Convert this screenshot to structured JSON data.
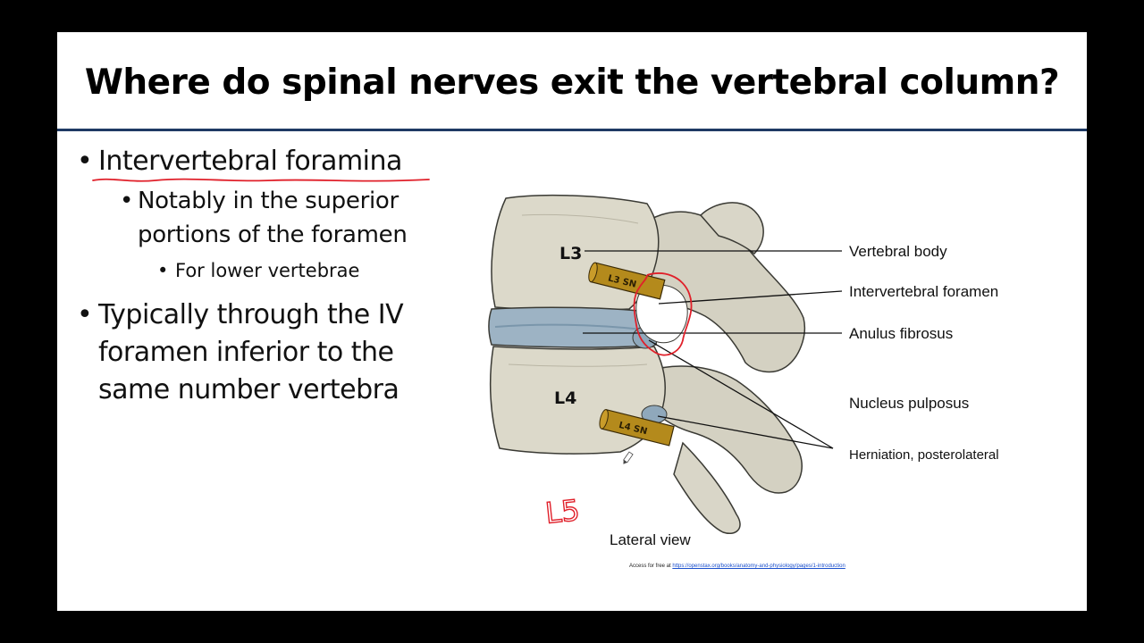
{
  "slide": {
    "title": "Where do spinal nerves exit the vertebral column?",
    "bullets": [
      {
        "text": "Intervertebral foramina",
        "level": 1
      },
      {
        "text": "Notably in the superior portions of the foramen",
        "level": 2
      },
      {
        "text": "For lower vertebrae",
        "level": 3
      },
      {
        "text": "Typically through the IV foramen inferior to the same number vertebra",
        "level": 1
      }
    ],
    "bullet_glyph": "•",
    "accent_color": "#1f3a64",
    "annotation_color": "#e0202a"
  },
  "diagram": {
    "vertebra_labels": {
      "upper": "L3",
      "lower": "L4"
    },
    "nerve_labels": {
      "upper": "L3 SN",
      "lower": "L4 SN"
    },
    "callouts": {
      "vertebral_body": "Vertebral body",
      "intervertebral_foramen": "Intervertebral foramen",
      "anulus_fibrosus": "Anulus fibrosus",
      "nucleus_pulposus": "Nucleus pulposus",
      "herniation": "Herniation, posterolateral"
    },
    "view_label": "Lateral view",
    "handwritten": "L5",
    "credit_prefix": "Access for free at",
    "credit_link": "https://openstax.org/books/anatomy-and-physiology/pages/1-introduction"
  }
}
